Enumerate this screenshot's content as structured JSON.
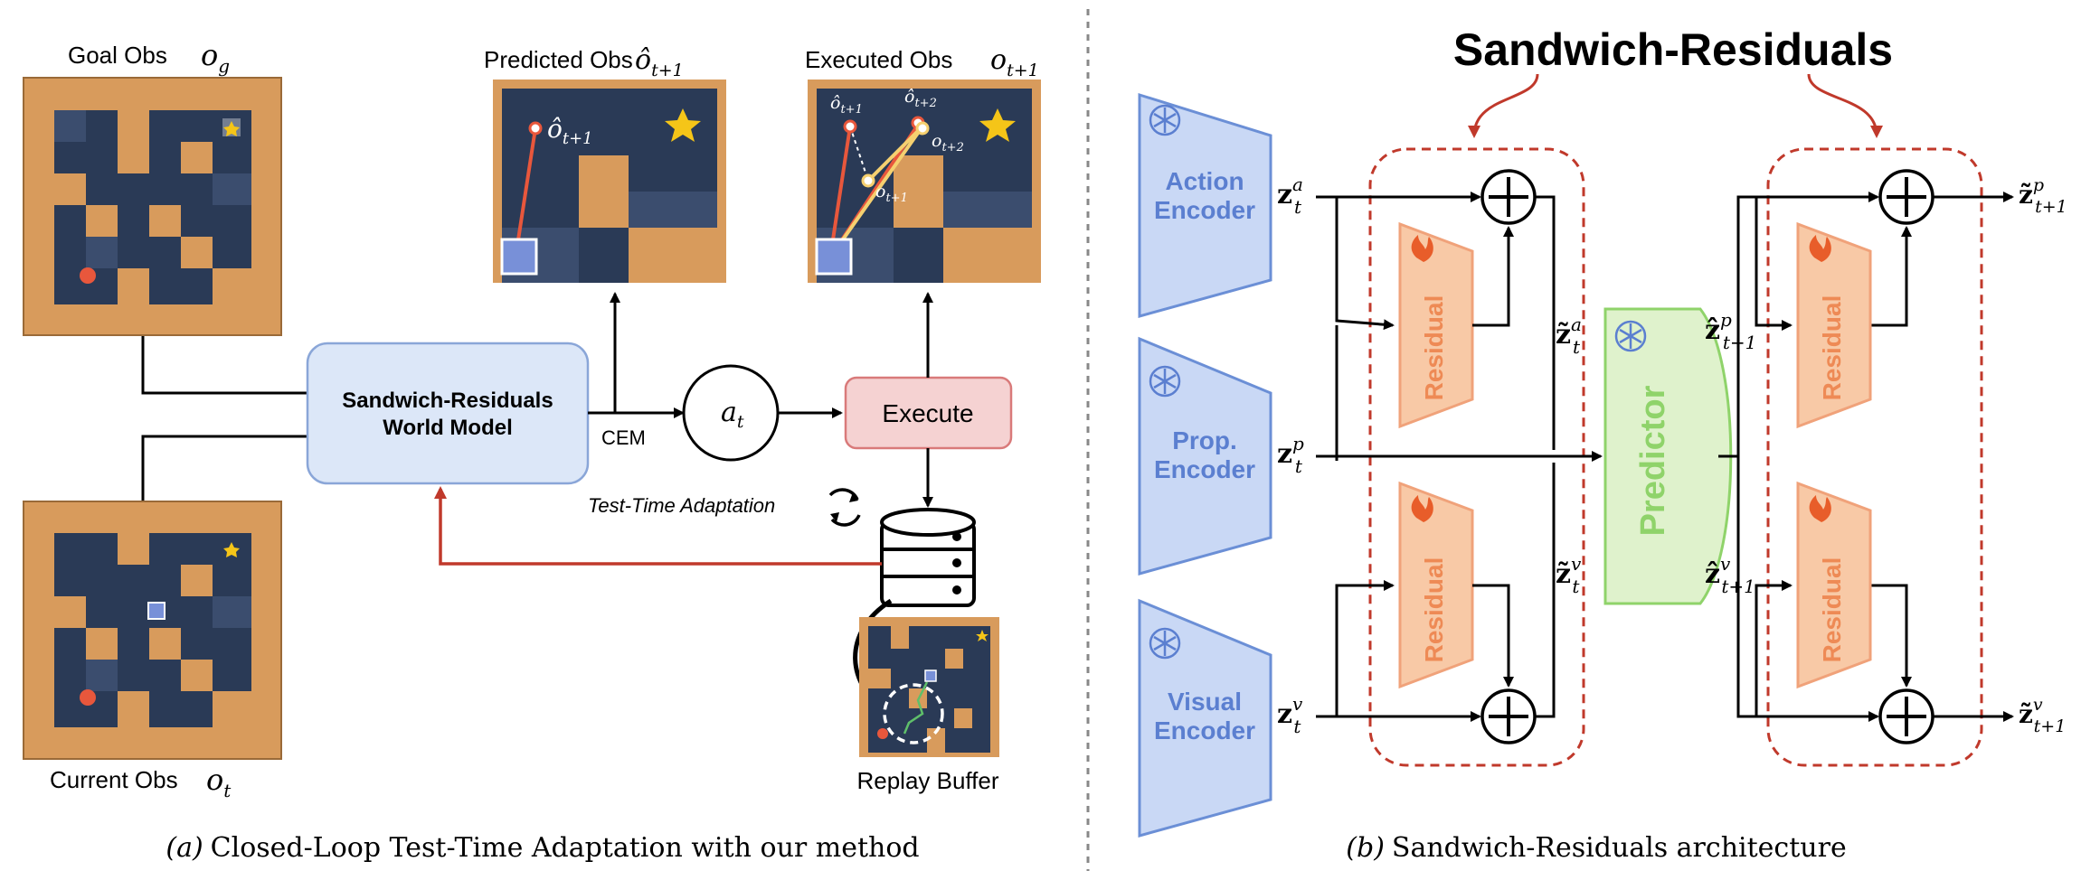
{
  "left_panel": {
    "goal_obs_label": "Goal Obs",
    "goal_obs_symbol": "o",
    "goal_obs_sub": "g",
    "current_obs_label": "Current Obs",
    "current_obs_symbol": "o",
    "current_obs_sub": "t",
    "predicted_obs_label": "Predicted Obs",
    "predicted_obs_symbol": "ô",
    "predicted_obs_sub": "t+1",
    "executed_obs_label": "Executed Obs",
    "executed_obs_symbol": "o",
    "executed_obs_sub": "t+1",
    "world_model_line1": "Sandwich-Residuals",
    "world_model_line2": "World Model",
    "cem_label": "CEM",
    "action_symbol": "a",
    "action_sub": "t",
    "execute_label": "Execute",
    "tta_label": "Test-Time Adaptation",
    "replay_buffer_label": "Replay Buffer",
    "pred_img_symbol": "ô",
    "pred_img_sub": "t+1",
    "exec_img_labels": [
      "ô",
      "ô",
      "o",
      "o"
    ],
    "exec_img_subs": [
      "t+1",
      "t+2",
      "t+2",
      "t+1"
    ],
    "caption_tag": "(a)",
    "caption": "Closed-Loop Test-Time Adaptation with our method"
  },
  "right_panel": {
    "title": "Sandwich-Residuals",
    "action_encoder": [
      "Action",
      "Encoder"
    ],
    "prop_encoder": [
      "Prop.",
      "Encoder"
    ],
    "visual_encoder": [
      "Visual",
      "Encoder"
    ],
    "predictor": "Predictor",
    "residual": "Residual",
    "z_symbol": "z",
    "z_tilde": "z̃",
    "z_hat": "ẑ",
    "sup_a": "a",
    "sup_p": "p",
    "sup_v": "v",
    "sub_t": "t",
    "sub_t1": "t+1",
    "out_p_symbol": "z̃̃",
    "out_v_symbol": "z̃̃",
    "caption_tag": "(b)",
    "caption": "Sandwich-Residuals architecture"
  },
  "colors": {
    "maze_floor": "#d89b5c",
    "maze_wall": "#2a3a56",
    "maze_wall_light": "#3b4d6e",
    "encoder_fill": "#c9d8f5",
    "encoder_stroke": "#6b8fd6",
    "encoder_text": "#5b7fd0",
    "residual_fill": "#f8c9a6",
    "residual_stroke": "#f0a27a",
    "residual_text": "#ee8a55",
    "predictor_fill": "#dff2cc",
    "predictor_stroke": "#8fd36a",
    "predictor_text": "#8fd36a",
    "world_model_fill": "#dce7f8",
    "world_model_stroke": "#8aa6d8",
    "execute_fill": "#f5d2d2",
    "execute_stroke": "#d97a7a",
    "feedback_arrow": "#c0392b",
    "dashed_box": "#c0392b",
    "star": "#f5c518",
    "agent": "#7890d8",
    "goal_dot": "#e8573c"
  },
  "icons": [
    "snowflake-icon",
    "flame-icon",
    "database-icon",
    "refresh-cycle-icon",
    "star-icon"
  ]
}
